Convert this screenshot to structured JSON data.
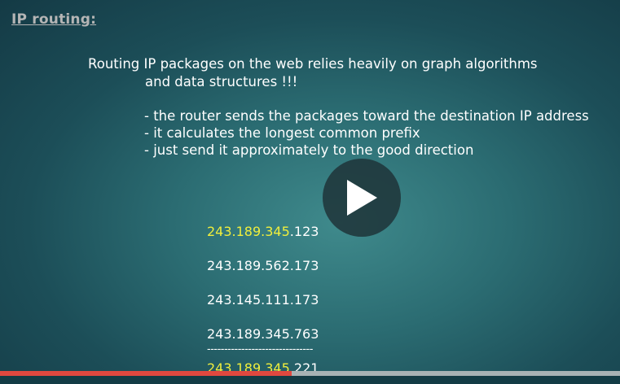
{
  "slide": {
    "title": "IP routing:",
    "intro_line1": "Routing IP packages on the web relies heavily on graph algorithms",
    "intro_line2": "and data structures !!!",
    "bullets": [
      "- the router sends the packages toward the destination IP address",
      "- it calculates the longest common prefix",
      "- just send it approximately to the good direction"
    ],
    "addresses": [
      {
        "prefix": "243.189.345",
        "suffix": ".123"
      },
      {
        "prefix": "",
        "suffix": "243.189.562.173"
      },
      {
        "prefix": "",
        "suffix": "243.145.111.173"
      },
      {
        "prefix": "",
        "suffix": "243.189.345.763"
      }
    ],
    "separator": "-------------------------------",
    "result": {
      "prefix": "243.189.345",
      "suffix": ".221"
    }
  },
  "player": {
    "play_icon": "play-icon",
    "progress": 0.47,
    "progress_color": "#e0483f",
    "track_color": "#a8b2b4",
    "highlight_color": "#f0ee3c"
  }
}
